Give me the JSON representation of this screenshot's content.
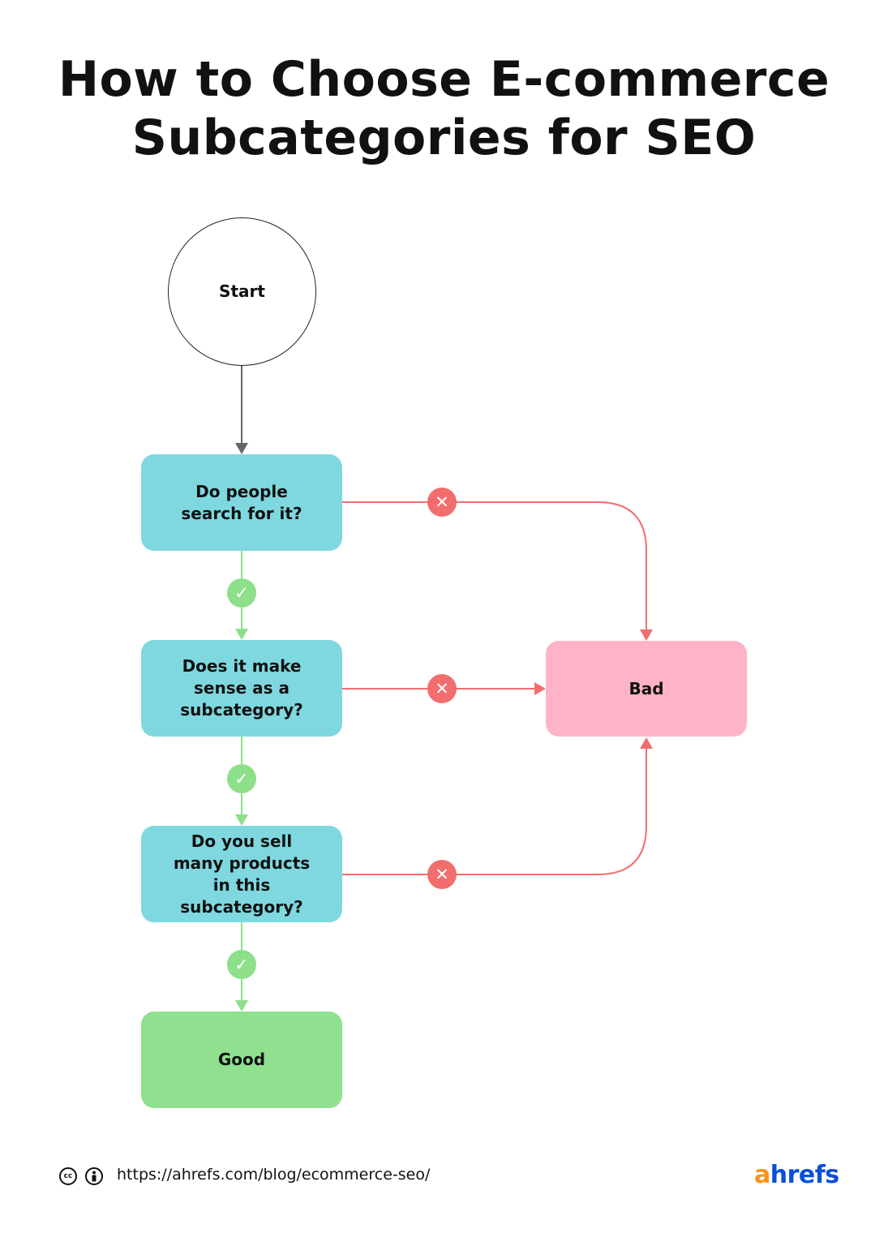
{
  "title": {
    "line1": "How to Choose E-commerce",
    "line2": "Subcategories for SEO"
  },
  "nodes": {
    "start": "Start",
    "q1": "Do people search for it?",
    "q2": "Does it make sense as a subcategory?",
    "q3": "Do you sell many products in this subcategory?",
    "bad": "Bad",
    "good": "Good"
  },
  "badges": {
    "yes_symbol": "✓",
    "no_symbol": "✕"
  },
  "colors": {
    "question_fill": "#7fd8df",
    "bad_fill": "#ffb3c6",
    "good_fill": "#8fe08f",
    "yes_badge": "#8ddf8a",
    "no_badge": "#f26d6d",
    "no_line": "#f26d6d",
    "yes_line": "#8ddf8a",
    "start_line": "#666666",
    "logo_a": "#f7941d",
    "logo_rest": "#0a4fd8"
  },
  "footer": {
    "url": "https://ahrefs.com/blog/ecommerce-seo/",
    "cc_icon": "creative-commons-icon",
    "by_icon": "attribution-icon",
    "logo_a": "a",
    "logo_rest": "hrefs"
  }
}
